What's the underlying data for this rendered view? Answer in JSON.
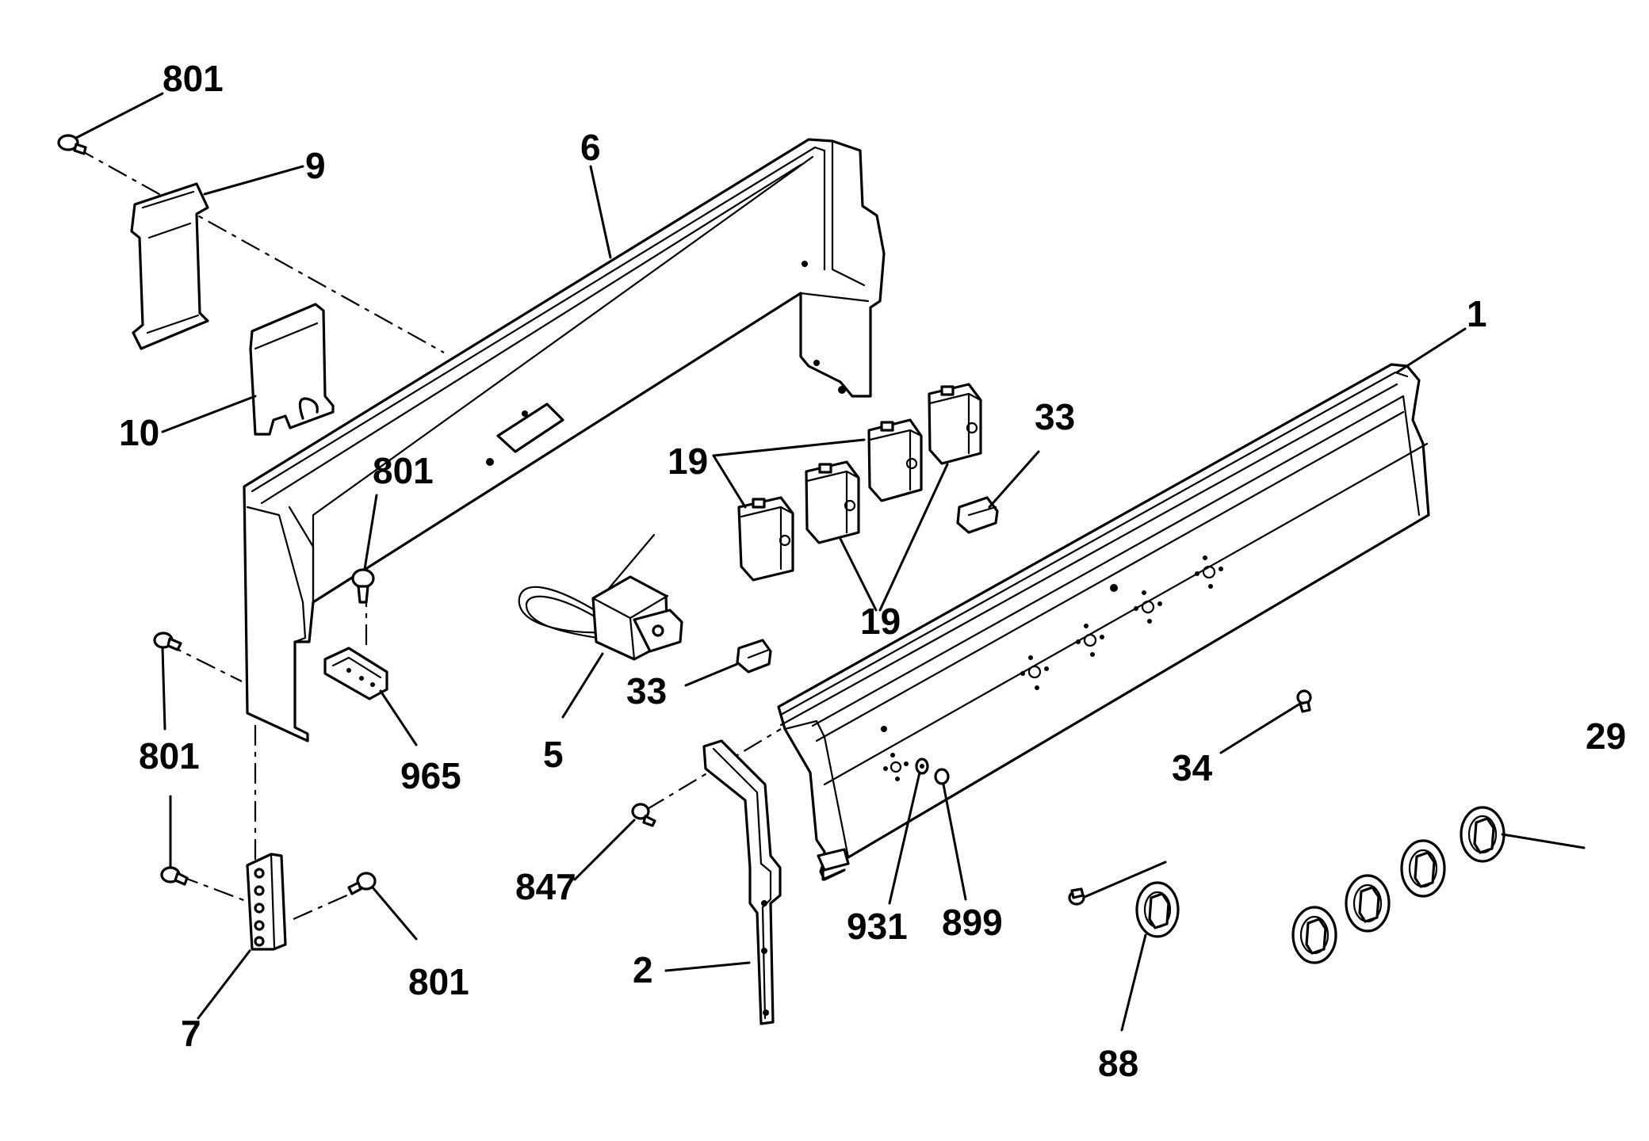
{
  "callouts": {
    "c_801_top": "801",
    "c_9": "9",
    "c_6": "6",
    "c_10": "10",
    "c_801_mid": "801",
    "c_801_left": "801",
    "c_801_lower": "801",
    "c_801_bottom": "801",
    "c_7": "7",
    "c_965": "965",
    "c_5": "5",
    "c_19_top": "19",
    "c_19_bottom": "19",
    "c_33_right": "33",
    "c_33_left": "33",
    "c_1": "1",
    "c_29": "29",
    "c_34": "34",
    "c_847": "847",
    "c_931": "931",
    "c_899": "899",
    "c_2": "2",
    "c_88": "88"
  },
  "colors": {
    "ink": "#000000",
    "paper": "#ffffff"
  }
}
